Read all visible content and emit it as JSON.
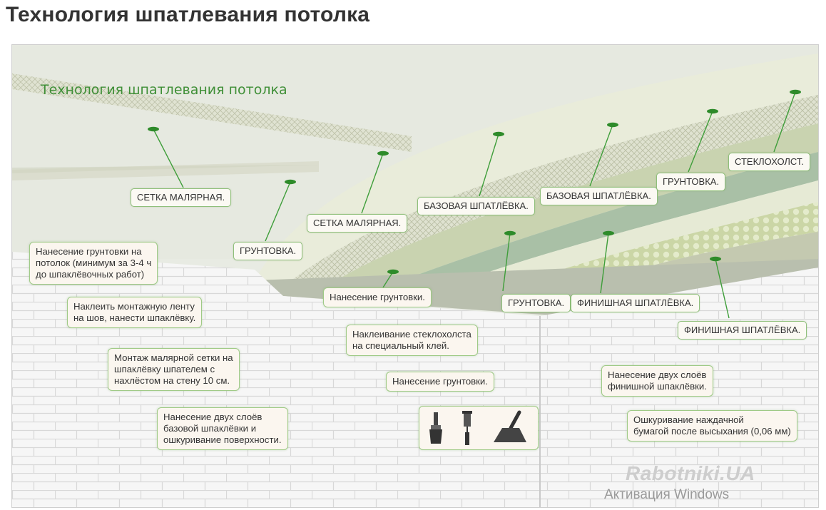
{
  "title": "Технология шпатлевания потолка",
  "inner_title": "Технология шпатлевания потолка",
  "layer_labels": {
    "mesh_1": "СЕТКА МАЛЯРНАЯ.",
    "primer_1": "ГРУНТОВКА.",
    "mesh_2": "СЕТКА МАЛЯРНАЯ.",
    "base_1": "БАЗОВАЯ ШПАТЛЁВКА.",
    "base_2": "БАЗОВАЯ ШПАТЛЁВКА.",
    "primer_2": "ГРУНТОВКА.",
    "fiberglass": "СТЕКЛОХОЛСТ.",
    "primer_3": "ГРУНТОВКА.",
    "finish_1": "ФИНИШНАЯ ШПАТЛЁВКА.",
    "finish_2": "ФИНИШНАЯ ШПАТЛЁВКА."
  },
  "step_notes": {
    "primer_ceiling": "Нанесение грунтовки на\nпотолок (минимум за 3-4 ч\nдо шпаклёвочных работ)",
    "tape": "Наклеить монтажную ленту\nна шов, нанести шпаклёвку.",
    "mesh": "Монтаж малярной сетки на\nшпаклёвку шпателем с\nнахлёстом на стену 10 см.",
    "base_two": "Нанесение двух слоёв\nбазовой шпаклёвки и\nошкуривание поверхности.",
    "primer_a": "Нанесение грунтовки.",
    "fiberglass_glue": "Наклеивание стеклохолста\nна специальный клей.",
    "primer_b": "Нанесение грунтовки.",
    "finish_two": "Нанесение двух слоёв\nфинишной шпаклёвки.",
    "sanding": "Ошкуривание наждачной\nбумагой после высыхания (0,06 мм)"
  },
  "tools": [
    "brush-icon",
    "roller-icon",
    "spatula-icon"
  ],
  "watermark": "Rabotniki.UA",
  "activation": "Активация Windows",
  "colors": {
    "accent_green": "#3f8f37",
    "leader": "#3f9e3a",
    "dot": "#2e8b2a"
  }
}
